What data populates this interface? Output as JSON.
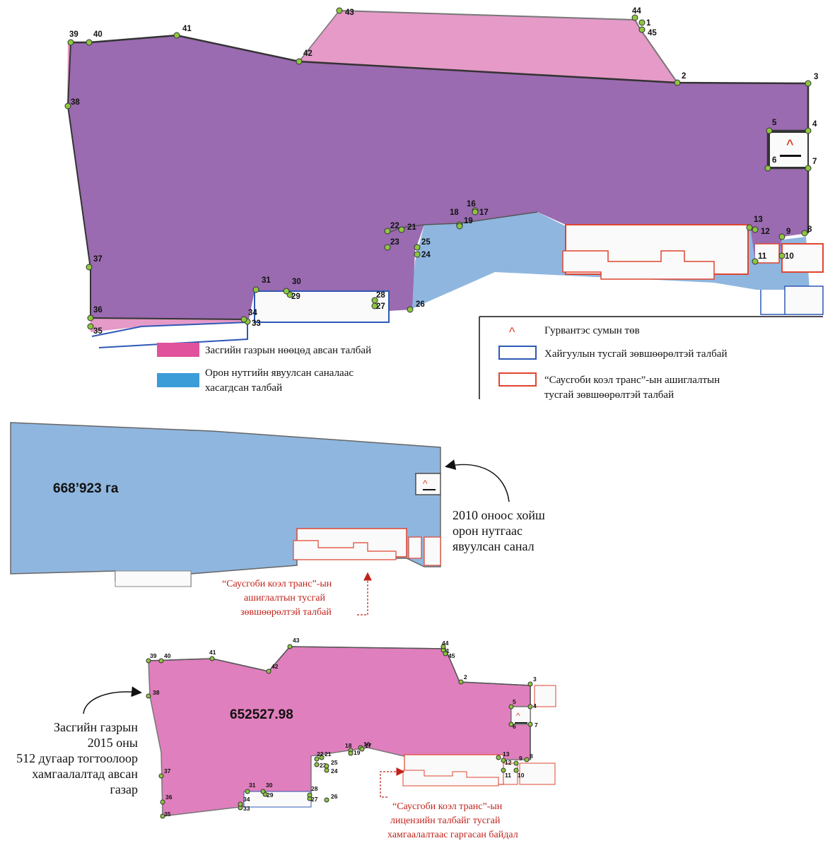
{
  "colors": {
    "pink_reserve": "#e07fbd",
    "purple_overlap": "#9a6bb0",
    "blue_excluded": "#8fb6df",
    "legend_blue": "#3b9cd8",
    "red_license": "#e0452f",
    "blue_license": "#2f59b5",
    "vertex": "#8dc63f"
  },
  "legend_left": {
    "items": [
      {
        "label": "Засгийн газрын нөөцөд авсан талбай",
        "swatch": "pink"
      },
      {
        "label_line1": "Орон нутгийн явуулсан саналаас",
        "label_line2": "хасагдсан  талбай",
        "swatch": "blue"
      }
    ]
  },
  "legend_right": {
    "items": [
      {
        "label": "Гурвантэс сумын төв",
        "icon": "caret-up-icon"
      },
      {
        "label": "Хайгуулын тусгай зөвшөөрөлтэй талбай",
        "swatch": "blue-outline"
      },
      {
        "label_line1": "“Саусгоби коэл транс”-ын ашиглалтын",
        "label_line2": "тусгай зөвшөөрөлтэй талбай",
        "swatch": "red-outline"
      }
    ]
  },
  "vertex_labels": [
    "1",
    "2",
    "3",
    "4",
    "5",
    "6",
    "7",
    "8",
    "9",
    "10",
    "11",
    "12",
    "13",
    "16",
    "17",
    "18",
    "19",
    "21",
    "22",
    "23",
    "24",
    "25",
    "26",
    "27",
    "28",
    "29",
    "30",
    "31",
    "33",
    "34",
    "35",
    "36",
    "37",
    "38",
    "39",
    "40",
    "41",
    "42",
    "43",
    "44",
    "45"
  ],
  "middle_map": {
    "area_label": "668’923 га",
    "note_right_lines": [
      "2010 оноос хойш",
      "орон нутгаас",
      "явуулсан санал"
    ],
    "note_bottom_lines": [
      "“Саусгоби коэл транс”-ын",
      "ашиглалтын тусгай",
      "зөвшөөрөлтэй талбай"
    ]
  },
  "bottom_map": {
    "area_label": "652527.98",
    "note_left_lines": [
      "Засгийн газрын",
      "2015 оны",
      "512 дугаар тогтоолоор",
      "хамгаалалтад авсан",
      "газар"
    ],
    "note_bottom_lines": [
      "“Саусгоби коэл транс”-ын",
      "лицензийн талбайг тусгай",
      "хамгаалалтаас гаргасан байдал"
    ]
  }
}
